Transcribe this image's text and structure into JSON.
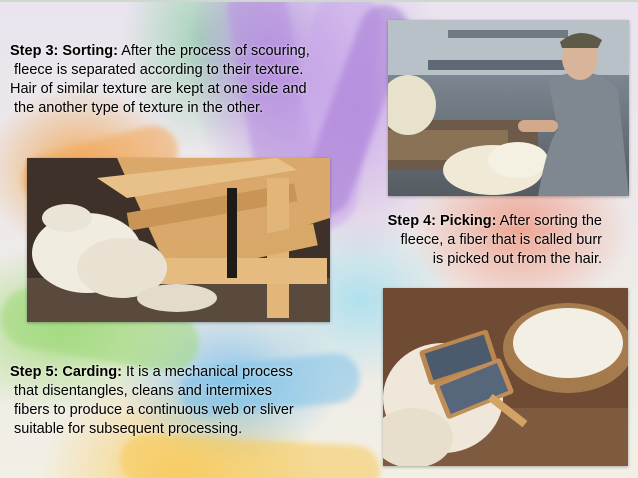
{
  "steps": [
    {
      "heading": "Step 3: Sorting:",
      "lines": [
        "After the process of scouring,",
        " fleece is separated according to their texture.",
        "Hair of similar texture are kept at one side and",
        " the another type of texture in the other."
      ]
    },
    {
      "heading": "Step 4: Picking:",
      "lines": [
        "After sorting the",
        "fleece, a fiber that is called burr",
        "is picked out from the hair."
      ]
    },
    {
      "heading": "Step 5: Carding:",
      "lines": [
        "It is a mechanical process",
        " that disentangles, cleans and intermixes",
        " fibers to produce a continuous web or sliver",
        " suitable for subsequent processing."
      ]
    }
  ]
}
